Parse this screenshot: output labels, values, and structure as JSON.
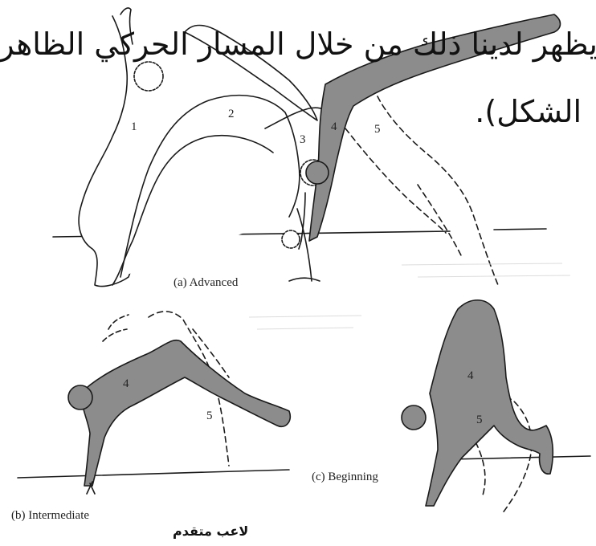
{
  "text": {
    "arabic_line1": "يظهر لدينا ذلك من خلال المسار الحركي الظاهر",
    "arabic_line2": "الشكل).",
    "arabic_caption": "لاعب متقدم"
  },
  "figure": {
    "captions": {
      "a": "(a) Advanced",
      "b": "(b) Intermediate",
      "c": "(c) Beginning"
    },
    "position_labels": [
      "1",
      "2",
      "3",
      "4",
      "5"
    ]
  },
  "colors": {
    "figure_shade": "#8c8c8c",
    "ink": "#1a1a1a",
    "paper": "#ffffff"
  }
}
